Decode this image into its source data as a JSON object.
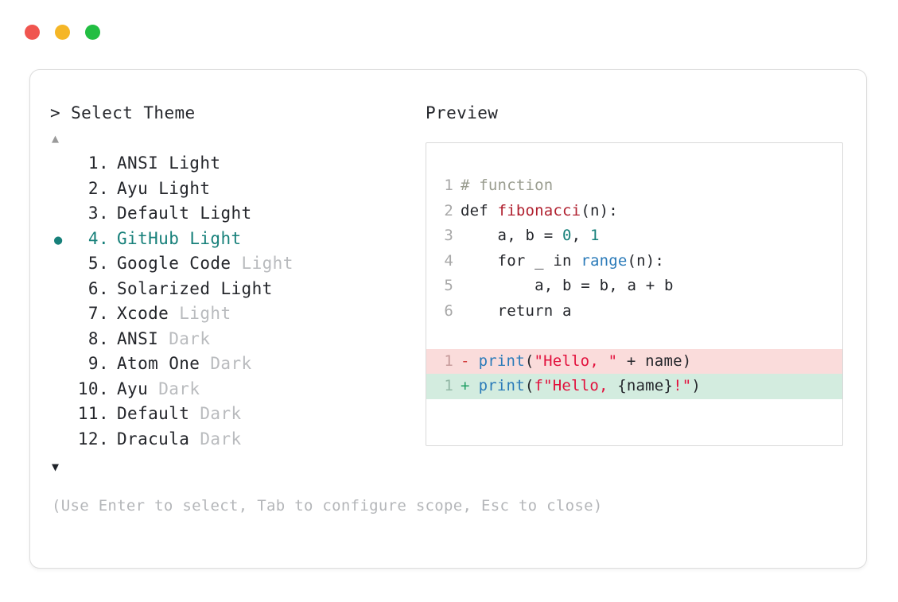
{
  "window": {
    "traffic_lights": [
      {
        "name": "close",
        "color": "#f0554f"
      },
      {
        "name": "minimize",
        "color": "#f5b626"
      },
      {
        "name": "maximize",
        "color": "#22be42"
      }
    ]
  },
  "selector": {
    "prompt": "> Select Theme",
    "scroll_up_icon": "▲",
    "scroll_down_icon": "▼",
    "accent_color": "#17807a",
    "selected_index": 4,
    "bullet_icon": "●",
    "items": [
      {
        "number": "1.",
        "name": "ANSI",
        "variant": "Light",
        "variant_muted": false,
        "selected": false
      },
      {
        "number": "2.",
        "name": "Ayu",
        "variant": "Light",
        "variant_muted": false,
        "selected": false
      },
      {
        "number": "3.",
        "name": "Default",
        "variant": "Light",
        "variant_muted": false,
        "selected": false
      },
      {
        "number": "4.",
        "name": "GitHub",
        "variant": "Light",
        "variant_muted": false,
        "selected": true
      },
      {
        "number": "5.",
        "name": "Google Code",
        "variant": "Light",
        "variant_muted": true,
        "selected": false
      },
      {
        "number": "6.",
        "name": "Solarized",
        "variant": "Light",
        "variant_muted": false,
        "selected": false
      },
      {
        "number": "7.",
        "name": "Xcode",
        "variant": "Light",
        "variant_muted": true,
        "selected": false
      },
      {
        "number": "8.",
        "name": "ANSI",
        "variant": "Dark",
        "variant_muted": true,
        "selected": false
      },
      {
        "number": "9.",
        "name": "Atom One",
        "variant": "Dark",
        "variant_muted": true,
        "selected": false
      },
      {
        "number": "10.",
        "name": "Ayu",
        "variant": "Dark",
        "variant_muted": true,
        "selected": false
      },
      {
        "number": "11.",
        "name": "Default",
        "variant": "Dark",
        "variant_muted": true,
        "selected": false
      },
      {
        "number": "12.",
        "name": "Dracula",
        "variant": "Dark",
        "variant_muted": true,
        "selected": false
      }
    ],
    "help_text": "(Use Enter to select, Tab to configure scope, Esc to close)"
  },
  "preview": {
    "header": "Preview",
    "code_lines": [
      {
        "number": "1",
        "tokens": [
          {
            "text": "# function",
            "type": "comment"
          }
        ]
      },
      {
        "number": "2",
        "tokens": [
          {
            "text": "def ",
            "type": "keyword"
          },
          {
            "text": "fibonacci",
            "type": "func"
          },
          {
            "text": "(n):",
            "type": "plain"
          }
        ]
      },
      {
        "number": "3",
        "tokens": [
          {
            "text": "    a, b = ",
            "type": "plain"
          },
          {
            "text": "0",
            "type": "number"
          },
          {
            "text": ", ",
            "type": "plain"
          },
          {
            "text": "1",
            "type": "number"
          }
        ]
      },
      {
        "number": "4",
        "tokens": [
          {
            "text": "    for _ in ",
            "type": "plain"
          },
          {
            "text": "range",
            "type": "builtin"
          },
          {
            "text": "(n):",
            "type": "plain"
          }
        ]
      },
      {
        "number": "5",
        "tokens": [
          {
            "text": "        a, b = b, a + b",
            "type": "plain"
          }
        ]
      },
      {
        "number": "6",
        "tokens": [
          {
            "text": "    return a",
            "type": "plain"
          }
        ]
      }
    ],
    "diff_lines": [
      {
        "number": "1",
        "kind": "del",
        "marker": "-",
        "background": "#fadcdb",
        "tokens": [
          {
            "text": "print",
            "type": "builtin"
          },
          {
            "text": "(",
            "type": "plain"
          },
          {
            "text": "\"Hello, \"",
            "type": "string"
          },
          {
            "text": " + name)",
            "type": "plain"
          }
        ]
      },
      {
        "number": "1",
        "kind": "add",
        "marker": "+",
        "background": "#d3ecdf",
        "tokens": [
          {
            "text": "print",
            "type": "builtin"
          },
          {
            "text": "(",
            "type": "plain"
          },
          {
            "text": "f\"Hello, ",
            "type": "string"
          },
          {
            "text": "{name}",
            "type": "plain"
          },
          {
            "text": "!\"",
            "type": "string"
          },
          {
            "text": ")",
            "type": "plain"
          }
        ]
      }
    ]
  }
}
